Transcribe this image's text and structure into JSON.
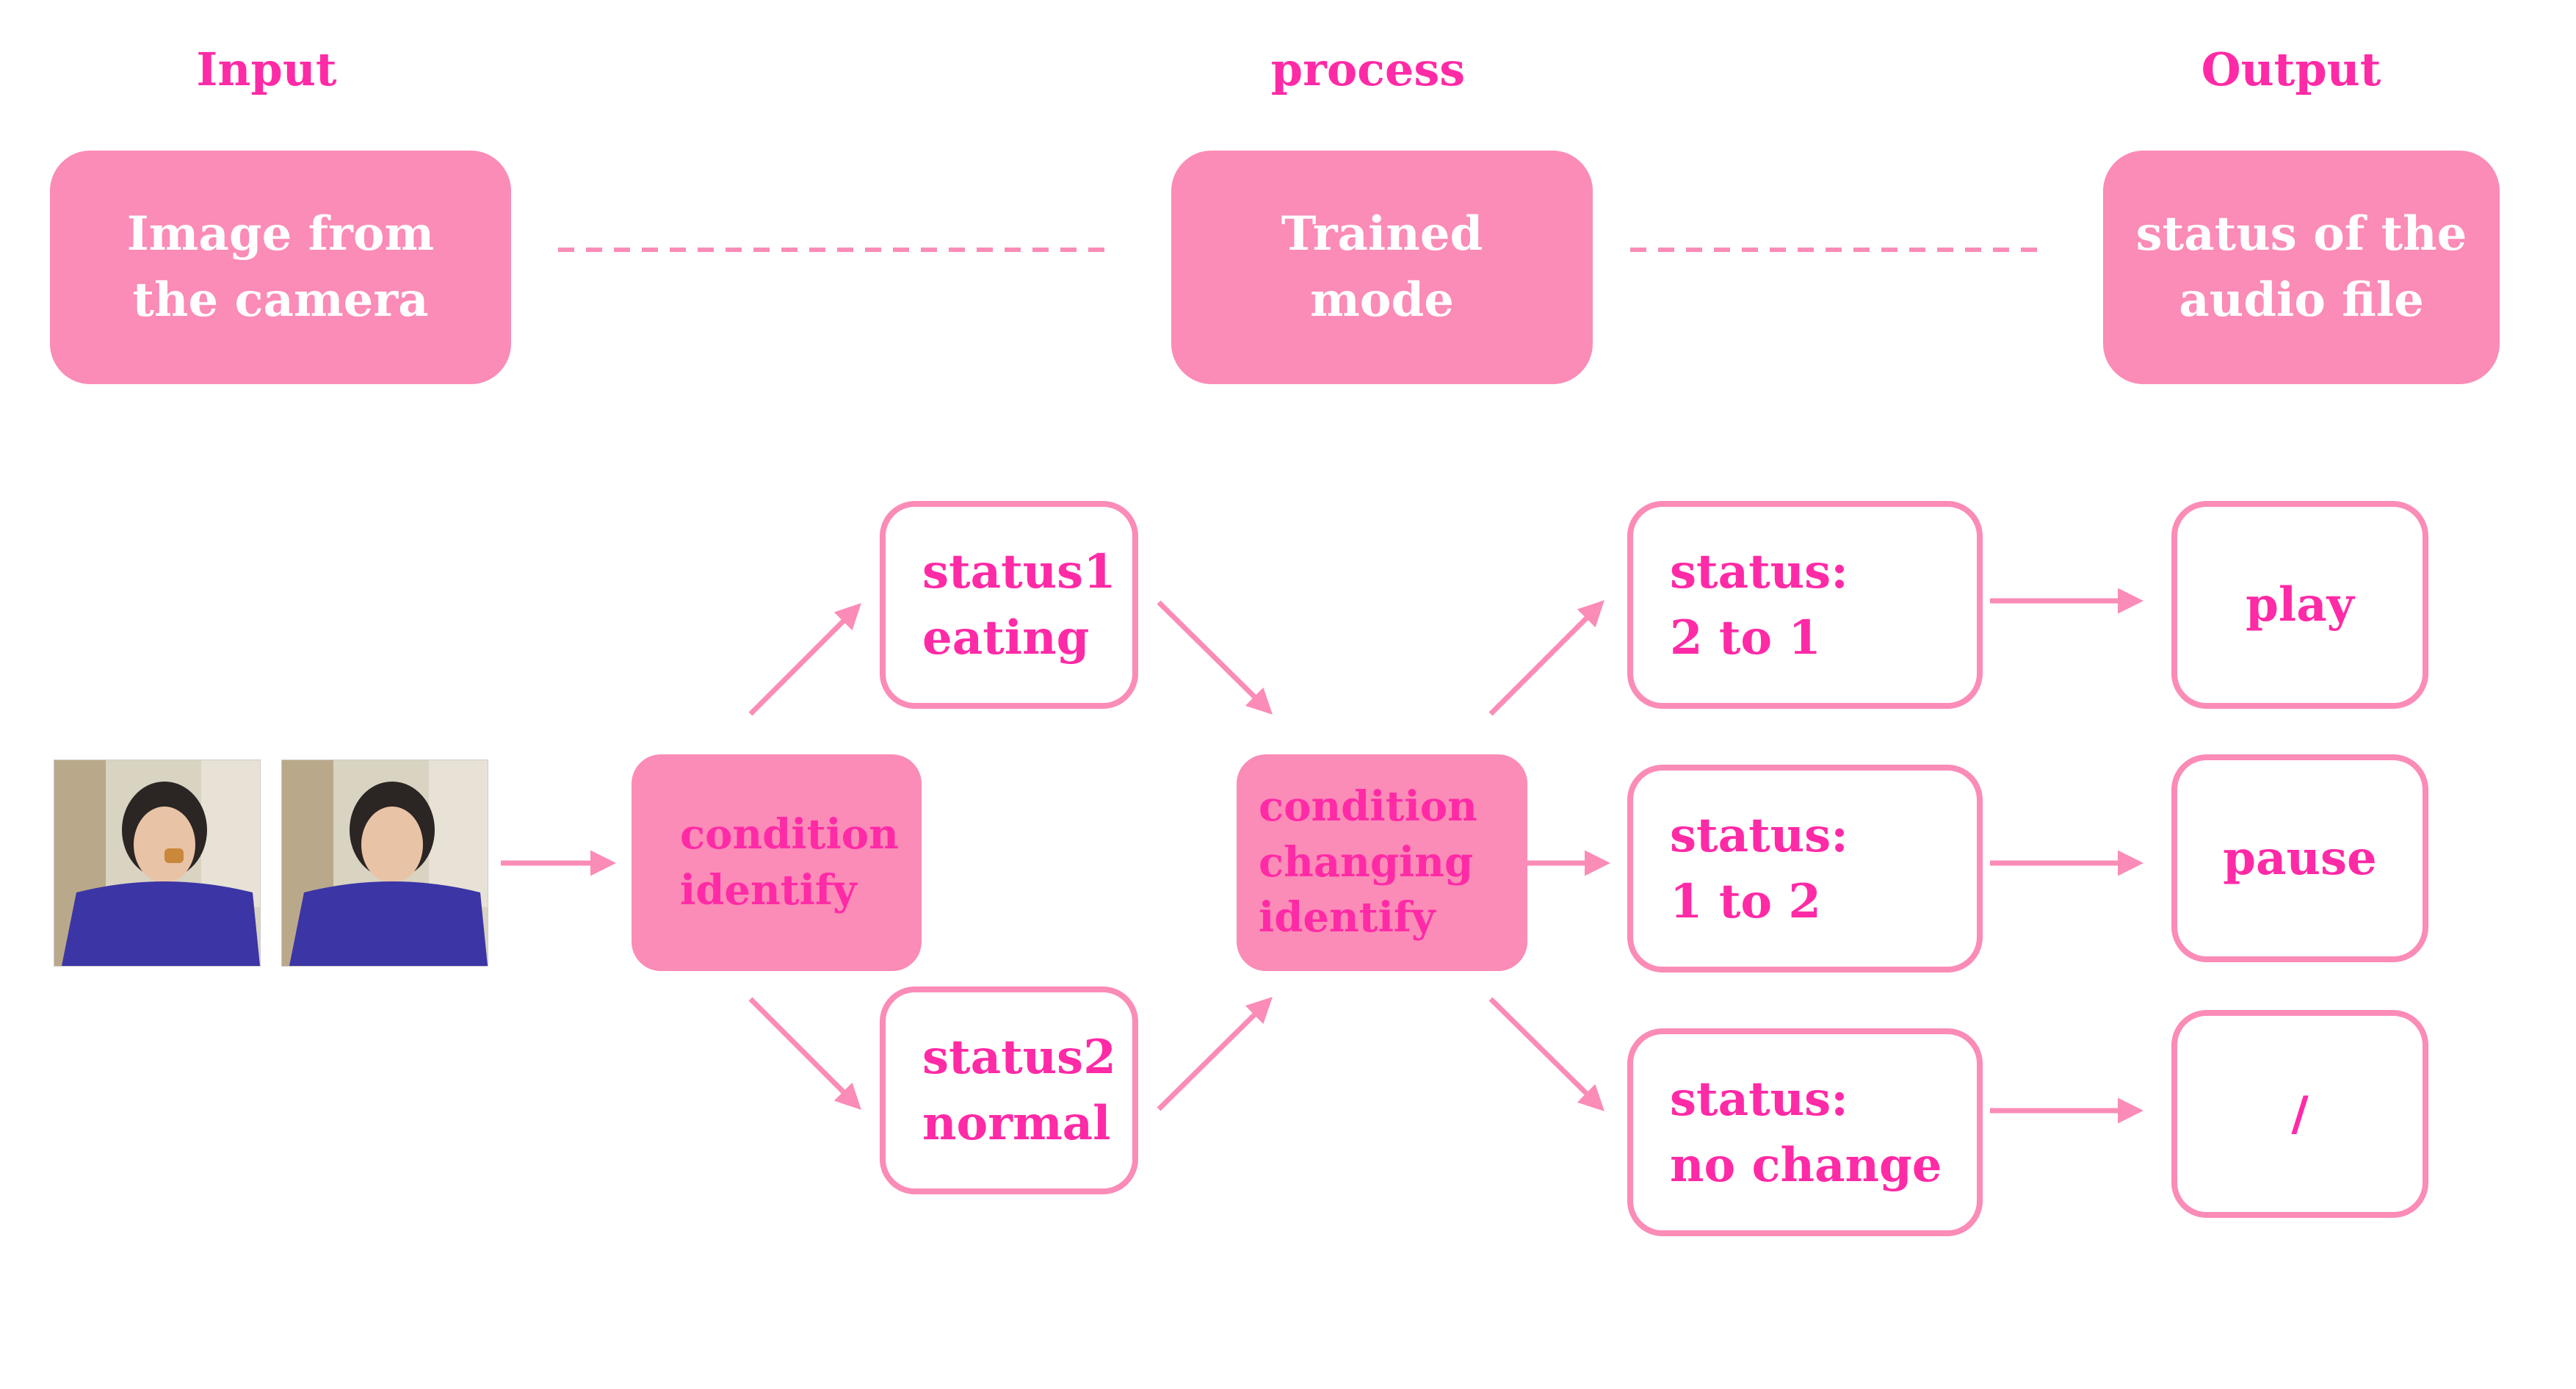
{
  "headers": {
    "input": "Input",
    "process": "process",
    "output": "Output"
  },
  "top_boxes": {
    "input": [
      "Image from",
      "the camera"
    ],
    "process": [
      "Trained",
      "mode"
    ],
    "output": [
      "status of the",
      "audio file"
    ]
  },
  "flow": {
    "condition_identify": [
      "condition",
      "identify"
    ],
    "status1": [
      "status1",
      "eating"
    ],
    "status2": [
      "status2",
      "normal"
    ],
    "condition_changing": [
      "condition",
      "changing",
      "identify"
    ],
    "status_2to1": [
      "status:",
      "2 to 1"
    ],
    "status_1to2": [
      "status:",
      "1 to 2"
    ],
    "status_nochange": [
      "status:",
      "no change"
    ],
    "out_play": "play",
    "out_pause": "pause",
    "out_none": "/"
  },
  "colors": {
    "accent": "#ff2aa6",
    "fill": "#fb8bb7",
    "white": "#ffffff"
  },
  "images": [
    "camera-photo-eating",
    "camera-photo-normal"
  ]
}
